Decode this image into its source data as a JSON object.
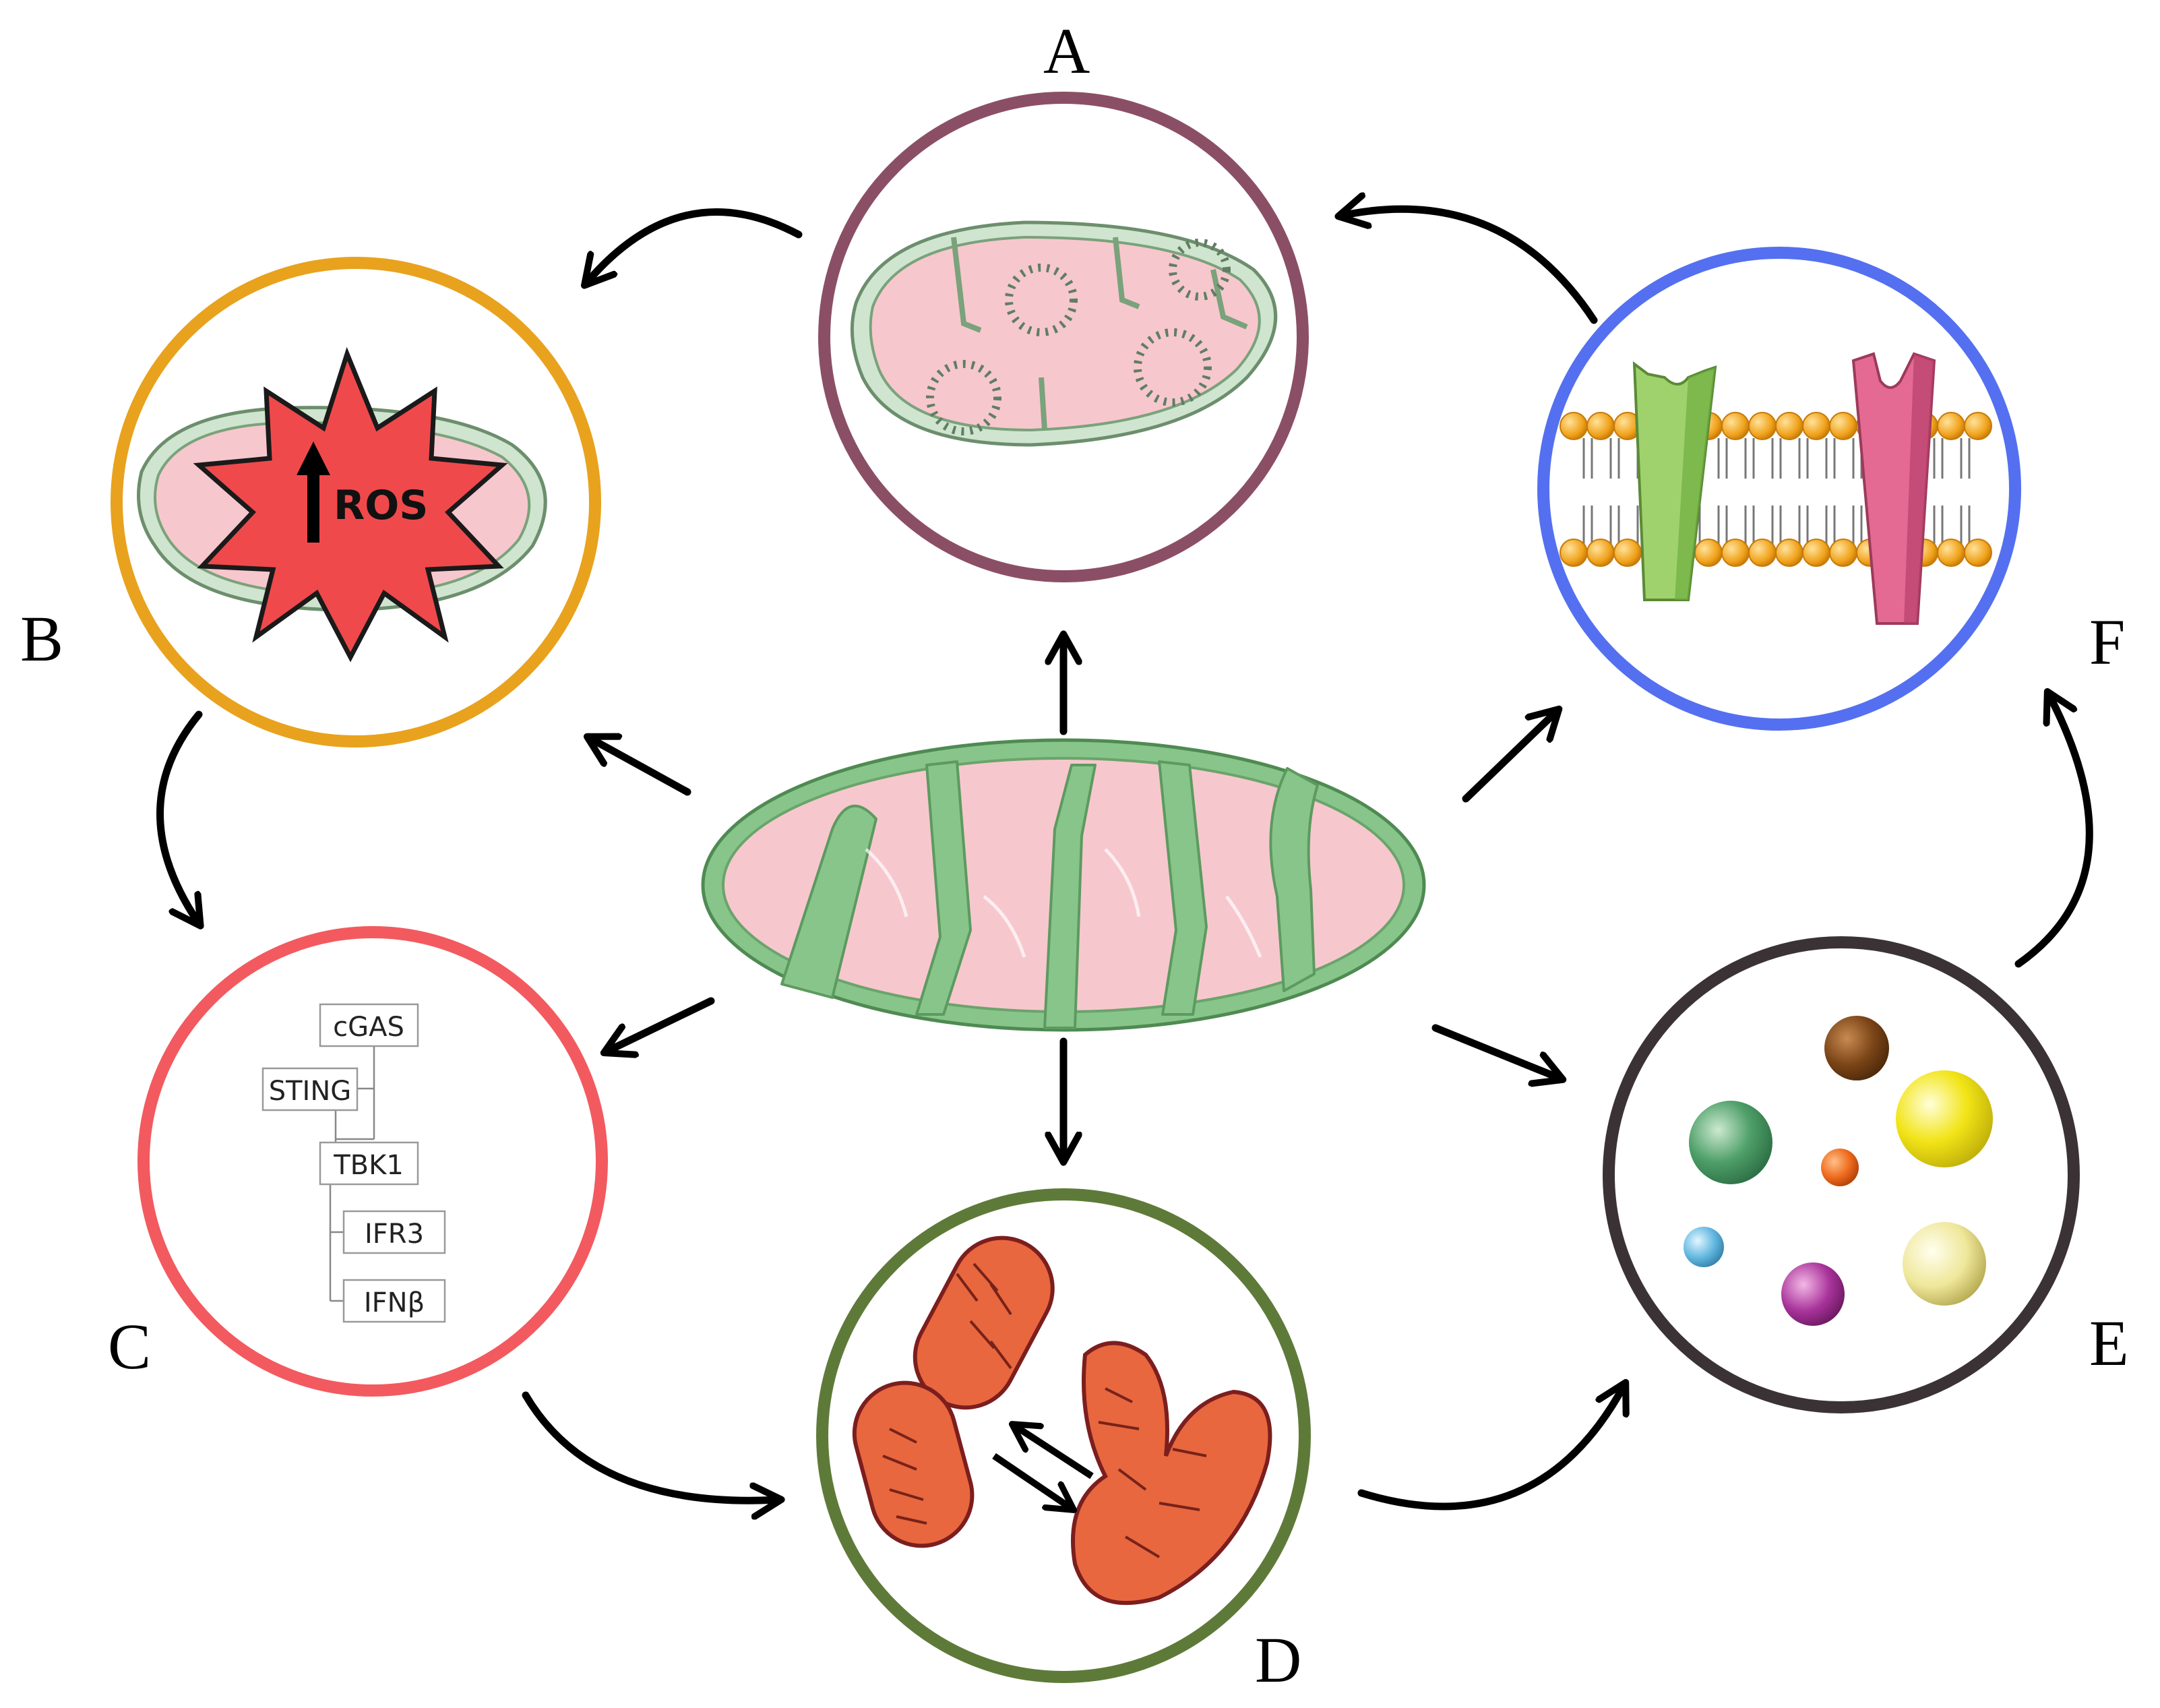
{
  "panels": {
    "a": {
      "label": "A",
      "color": "#8B4F65",
      "content": "mitochondrion-with-mtdna-circles"
    },
    "b": {
      "label": "B",
      "color": "#E8A21D",
      "content": "mitochondrion-with-ros-burst",
      "burst_text": "ROS"
    },
    "c": {
      "label": "C",
      "color": "#F25A5F",
      "content": "cgas-sting-pathway",
      "pathway": [
        "cGAS",
        "STING",
        "TBK1",
        "IFR3",
        "IFNβ"
      ]
    },
    "d": {
      "label": "D",
      "color": "#5E7A39",
      "content": "mitochondrial-fission-fusion"
    },
    "e": {
      "label": "E",
      "color": "#3B3236",
      "content": "metabolite-spheres"
    },
    "f": {
      "label": "F",
      "color": "#5470F0",
      "content": "membrane-bilayer-with-channels"
    }
  },
  "colors": {
    "mito_pink": "#F6C4CC",
    "mito_green": "#7DBE7A",
    "ros_red": "#F0494C",
    "fission_orange": "#E8673E",
    "arrow": "#000000"
  }
}
